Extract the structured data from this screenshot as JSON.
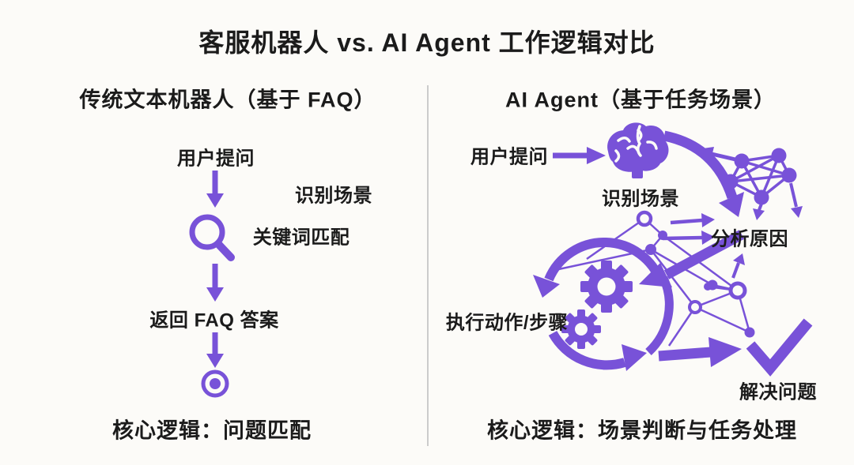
{
  "title": "客服机器人 vs. AI Agent 工作逻辑对比",
  "colors": {
    "accent": "#7852d8",
    "text": "#1b1b1b",
    "divider": "#cccccc",
    "background": "#fcfbf8"
  },
  "left_panel": {
    "header": "传统文本机器人（基于 FAQ）",
    "step_user_question": "用户提问",
    "label_identify_scene": "识别场景",
    "label_keyword_match": "关键词匹配",
    "step_return_faq": "返回 FAQ 答案",
    "footer": "核心逻辑：问题匹配"
  },
  "right_panel": {
    "header": "AI Agent（基于任务场景）",
    "step_user_question": "用户提问",
    "label_identify_scene": "识别场景",
    "label_analyze_cause": "分析原因",
    "label_execute_actions": "执行动作/步骤",
    "label_solve_problem": "解决问题",
    "footer": "核心逻辑：场景判断与任务处理"
  },
  "icons": {
    "down-arrow-icon": "↓",
    "search-icon": "🔍 magnifier",
    "target-icon": "◎ bullseye",
    "right-arrow-icon": "→",
    "brain-icon": "brain",
    "network-cluster-icon": "dense node graph",
    "network-graph-icon": "sparse node graph",
    "curved-arrow-icon": "thick curved arrow",
    "double-arrow-icon": "thin up-left arrow",
    "diagonal-arrow-icon": "thick diagonal arrow",
    "gears-icon": "⚙⚙ two gears",
    "cycle-arrows-icon": "↻ circular arrows",
    "forward-arrow-icon": "thick right arrow",
    "checkmark-icon": "✓"
  }
}
